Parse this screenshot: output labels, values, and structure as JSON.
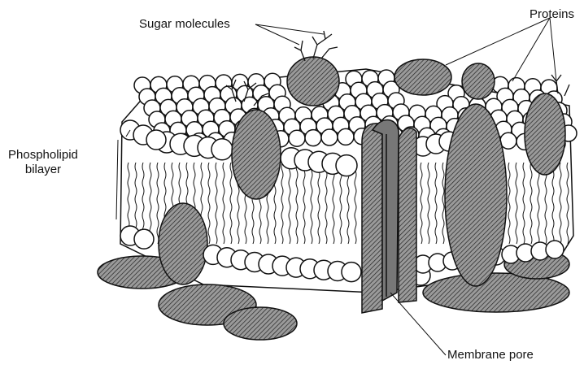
{
  "labels": {
    "sugar_molecules": "Sugar molecules",
    "proteins": "Proteins",
    "phospholipid_line1": "Phospholipid",
    "phospholipid_line2": "bilayer",
    "membrane_pore": "Membrane pore"
  },
  "colors": {
    "ink": "#111111",
    "protein_fill": "#8c8c8c",
    "background": "#ffffff"
  }
}
